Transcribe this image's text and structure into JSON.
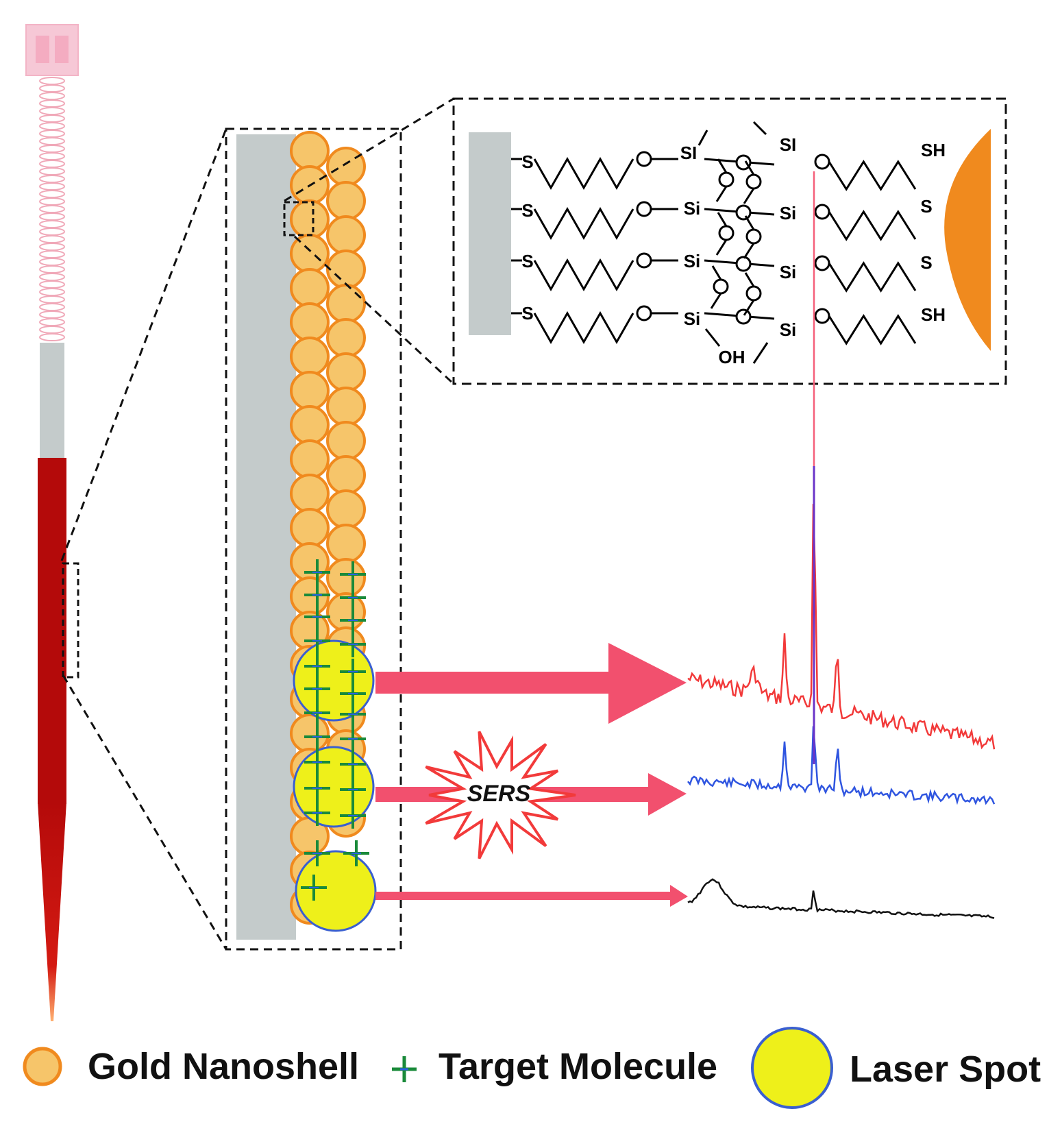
{
  "colors": {
    "probe_body": "#b40a0a",
    "probe_shaft": "#c4cbcb",
    "probe_spring": "#f0a8b8",
    "substrate": "#c4cbcb",
    "nanoshell_fill": "#f6c56a",
    "nanoshell_stroke": "#f08a1e",
    "laser_spot_fill": "#eef01a",
    "laser_spot_stroke": "#3a5fd0",
    "target_molecule": "#1a8a3a",
    "arrow": "#f2506e",
    "spectrum_red": "#f23a3a",
    "spectrum_blue": "#2f55e0",
    "spectrum_black": "#111111",
    "sers_burst": "#f23a3a",
    "gold_surface": "#f08a1e"
  },
  "icons": {
    "probe": "sers-probe-needle-icon",
    "burst": "starburst-icon",
    "nanoshell": "gold-nanoshell-icon",
    "target": "target-molecule-cross-icon",
    "laser": "laser-spot-circle-icon"
  },
  "chemistry": {
    "sulfur": "S",
    "oxygen": "O",
    "silicon_top": "SI",
    "silicon": "Si",
    "thiol": "SH",
    "hydroxyl": "OH"
  },
  "sers_label": "SERS",
  "legend": {
    "gold_nanoshell": "Gold Nanoshell",
    "target_molecule": "Target Molecule",
    "laser_spot": "Laser Spot"
  }
}
